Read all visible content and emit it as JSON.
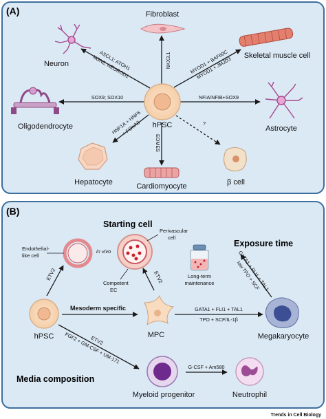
{
  "panelA": {
    "label": "(A)",
    "center_cell": "hPSC",
    "cells": {
      "fibroblast": "Fibroblast",
      "neuron": "Neuron",
      "skeletal": "Skeletal muscle cell",
      "oligodendrocyte": "Oligodendrocyte",
      "astrocyte": "Astrocyte",
      "hepatocyte": "Hepatocyte",
      "cardiomyocyte": "Cardiomyocyte",
      "beta": "β cell"
    },
    "factors": {
      "fibroblast": "NKX3.1",
      "neuron_1": "ASCL1; ATOH1",
      "neuron_2": "NGN2; NEUROD1",
      "skeletal_1": "MYOD1 + BAF60C",
      "skeletal_2": "MYOD1 + JMJD3",
      "oligodendrocyte": "SOX9; SOX10",
      "astrocyte": "NFIA/NFIB+SOX9",
      "hepatocyte_1": "HNF1A + HNF6",
      "hepatocyte_2": "+ FOXA3",
      "cardiomyocyte": "EOMES",
      "beta": "?"
    }
  },
  "panelB": {
    "label": "(B)",
    "starting_cell": "Starting cell",
    "exposure_time": "Exposure time",
    "media_composition": "Media composition",
    "labels": {
      "endothelial_1": "Endothelial-",
      "endothelial_2": "like cell",
      "in_vivo": "in vivo",
      "perivascular_1": "Perivascular",
      "perivascular_2": "cell",
      "competent_1": "Competent",
      "competent_2": "EC",
      "longterm_1": "Long-term",
      "longterm_2": "maintenance",
      "hpsc": "hPSC",
      "mpc": "MPC",
      "megakaryocyte": "Megakaryocyte",
      "myeloid": "Myeloid progenitor",
      "neutrophil": "Neutrophil"
    },
    "factors": {
      "etv2_a": "ETV2",
      "etv2_b": "ETV2",
      "etv2_c": "ETV2",
      "mesoderm": "Mesoderm specific",
      "mk_top": "GATA1 + FLI1 + TAL1",
      "mk_bottom": "TPO + SCF/IL-1β",
      "exposure_1": "GATA1 + FLI1 + TAL1",
      "exposure_2": "low TPO + SCF",
      "myeloid_media": "FGF2 + GM-CSF + UM-171",
      "neutrophil": "G-CSF + Am580"
    }
  },
  "credit": "Trends in Cell Biology"
}
